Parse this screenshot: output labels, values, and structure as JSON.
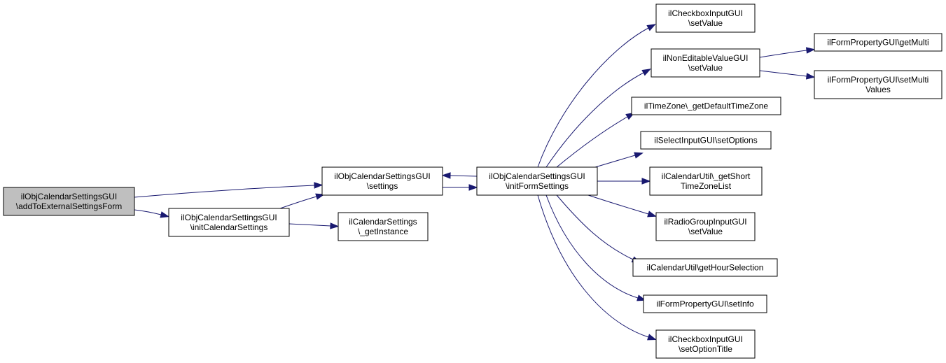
{
  "colors": {
    "edge": "#191970",
    "node_fill": "#ffffff",
    "root_fill": "#bfbfbf",
    "border": "#000000"
  },
  "nodes": [
    {
      "id": "n0",
      "lines": [
        "ilObjCalendarSettingsGUI",
        "\\addToExternalSettingsForm"
      ],
      "root": true
    },
    {
      "id": "n1",
      "lines": [
        "ilObjCalendarSettingsGUI",
        "\\settings"
      ]
    },
    {
      "id": "n2",
      "lines": [
        "ilObjCalendarSettingsGUI",
        "\\initCalendarSettings"
      ]
    },
    {
      "id": "n3",
      "lines": [
        "ilObjCalendarSettingsGUI",
        "\\initFormSettings"
      ]
    },
    {
      "id": "n4",
      "lines": [
        "ilCalendarSettings",
        "\\_getInstance"
      ]
    },
    {
      "id": "n5",
      "lines": [
        "ilCheckboxInputGUI",
        "\\setValue"
      ]
    },
    {
      "id": "n6",
      "lines": [
        "ilNonEditableValueGUI",
        "\\setValue"
      ]
    },
    {
      "id": "n7",
      "lines": [
        "ilTimeZone\\_getDefaultTimeZone"
      ]
    },
    {
      "id": "n8",
      "lines": [
        "ilSelectInputGUI\\setOptions"
      ]
    },
    {
      "id": "n9",
      "lines": [
        "ilCalendarUtil\\_getShort",
        "TimeZoneList"
      ]
    },
    {
      "id": "n10",
      "lines": [
        "ilRadioGroupInputGUI",
        "\\setValue"
      ]
    },
    {
      "id": "n11",
      "lines": [
        "ilCalendarUtil\\getHourSelection"
      ]
    },
    {
      "id": "n12",
      "lines": [
        "ilFormPropertyGUI\\setInfo"
      ]
    },
    {
      "id": "n13",
      "lines": [
        "ilCheckboxInputGUI",
        "\\setOptionTitle"
      ]
    },
    {
      "id": "n14",
      "lines": [
        "ilFormPropertyGUI\\getMulti"
      ]
    },
    {
      "id": "n15",
      "lines": [
        "ilFormPropertyGUI\\setMulti",
        "Values"
      ]
    }
  ],
  "edges": [
    {
      "from": "n0",
      "to": "n1"
    },
    {
      "from": "n0",
      "to": "n2"
    },
    {
      "from": "n1",
      "to": "n3"
    },
    {
      "from": "n3",
      "to": "n1"
    },
    {
      "from": "n2",
      "to": "n1"
    },
    {
      "from": "n2",
      "to": "n4"
    },
    {
      "from": "n3",
      "to": "n5"
    },
    {
      "from": "n3",
      "to": "n6"
    },
    {
      "from": "n3",
      "to": "n7"
    },
    {
      "from": "n3",
      "to": "n8"
    },
    {
      "from": "n3",
      "to": "n9"
    },
    {
      "from": "n3",
      "to": "n10"
    },
    {
      "from": "n3",
      "to": "n11"
    },
    {
      "from": "n3",
      "to": "n12"
    },
    {
      "from": "n3",
      "to": "n13"
    },
    {
      "from": "n6",
      "to": "n14"
    },
    {
      "from": "n6",
      "to": "n15"
    }
  ]
}
